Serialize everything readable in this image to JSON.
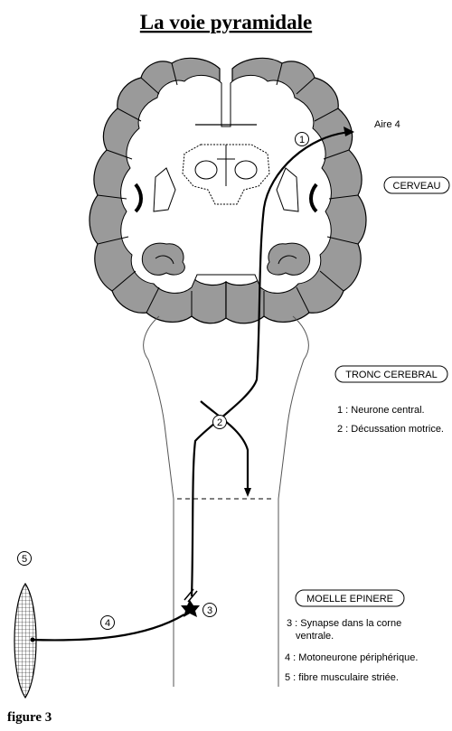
{
  "title": "La voie pyramidale",
  "figure_caption": "figure 3",
  "labels": {
    "area": "Aire 4",
    "brain": "CERVEAU",
    "brainstem": "TRONC CEREBRAL",
    "spinal_cord": "MOELLE EPINERE"
  },
  "markers": [
    "1",
    "2",
    "3",
    "4",
    "5"
  ],
  "legend_top": [
    "1 : Neurone central.",
    "2 : Décussation motrice."
  ],
  "legend_bottom": {
    "item3_line1": "3 : Synapse dans la corne",
    "item3_line2": "ventrale.",
    "item4": "4 : Motoneurone périphérique.",
    "item5": "5 : fibre musculaire striée."
  },
  "colors": {
    "cortex_fill": "#9a9a9a",
    "ink": "#000000",
    "background": "#ffffff"
  }
}
